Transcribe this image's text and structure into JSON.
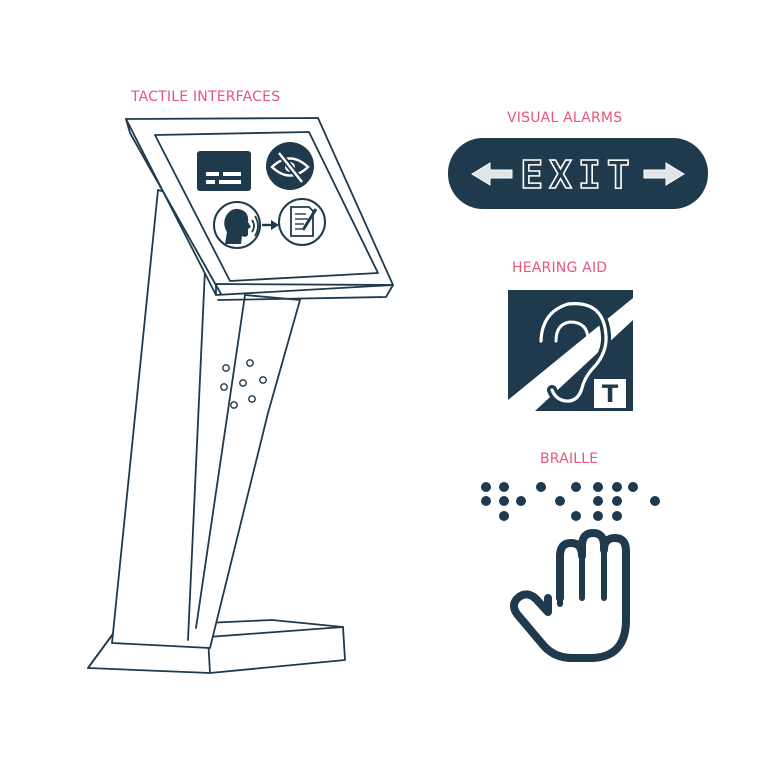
{
  "labels": {
    "tactile": "TACTILE INTERFACES",
    "visual": "VISUAL ALARMS",
    "hearing": "HEARING AID",
    "braille": "BRAILLE"
  },
  "exit_sign": {
    "text": "EXIT"
  },
  "hearing_sign": {
    "letter": "T"
  },
  "colors": {
    "ink": "#1e3a4c",
    "accent": "#e8567a",
    "background": "#ffffff"
  },
  "icons": {
    "screen_1": "id-card-icon",
    "screen_2": "eye-slash-icon",
    "screen_3": "speaking-head-icon",
    "screen_4": "document-pen-icon",
    "hearing": "ear-icon",
    "braille": "hand-icon"
  }
}
